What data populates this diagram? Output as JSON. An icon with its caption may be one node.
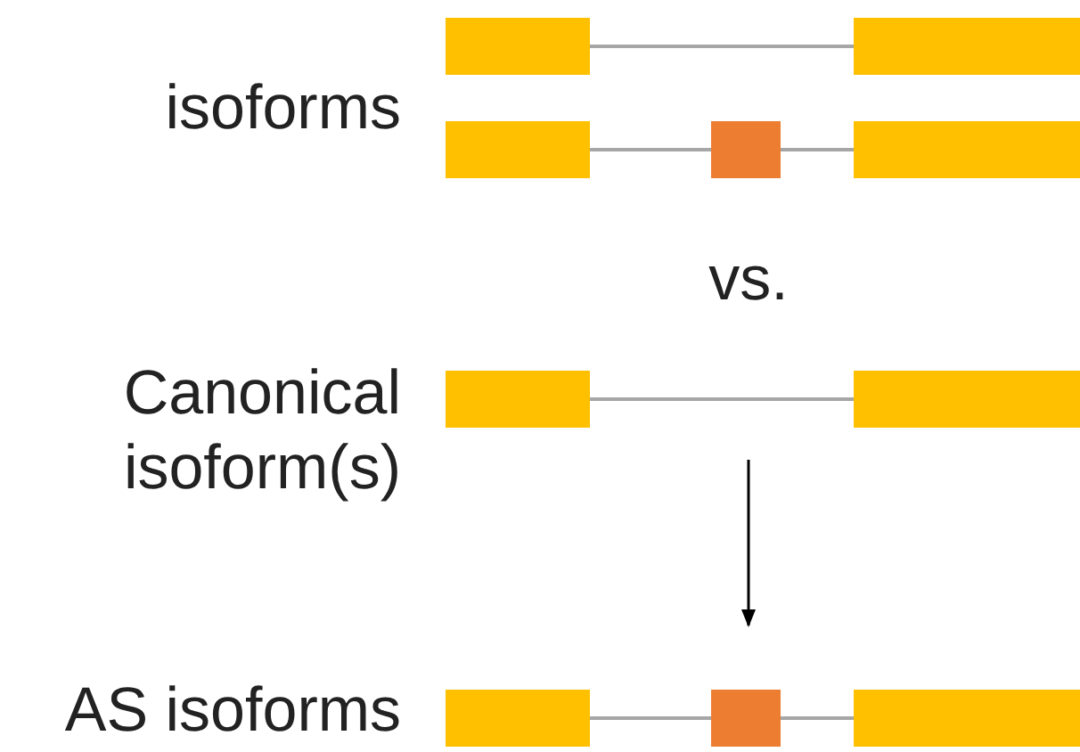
{
  "diagram": {
    "nodes": [
      {
        "text": [],
        "shape": "box"
      },
      {
        "text": [],
        "shape": "box"
      },
      {
        "text": [],
        "shape": "box"
      },
      {
        "text": [],
        "shape": "box"
      },
      {
        "text": [],
        "shape": "box"
      },
      {
        "text": [],
        "shape": "box"
      },
      {
        "text": [],
        "shape": "box"
      },
      {
        "text": [],
        "shape": "box"
      },
      {
        "text": [],
        "shape": "box"
      },
      {
        "text": [],
        "shape": "box"
      }
    ],
    "edges": [
      {
        "from": 0,
        "to": 1,
        "arrow": "none",
        "color": "#a6a6a6"
      },
      {
        "from": 2,
        "to": 3,
        "arrow": "none",
        "color": "#a6a6a6"
      },
      {
        "from": 3,
        "to": 4,
        "arrow": "none",
        "color": "#a6a6a6"
      },
      {
        "from": 5,
        "to": 6,
        "arrow": "none",
        "color": "#a6a6a6"
      },
      {
        "from": 7,
        "to": 8,
        "arrow": "none",
        "color": "#a6a6a6"
      },
      {
        "from": 8,
        "to": 9,
        "arrow": "none",
        "color": "#a6a6a6"
      },
      {
        "from": null,
        "to": 8,
        "arrow": "to",
        "color": "#000000"
      }
    ],
    "labels": [
      "isoforms",
      "vs.",
      "Canonical isoform(s)",
      "AS isoforms"
    ]
  }
}
